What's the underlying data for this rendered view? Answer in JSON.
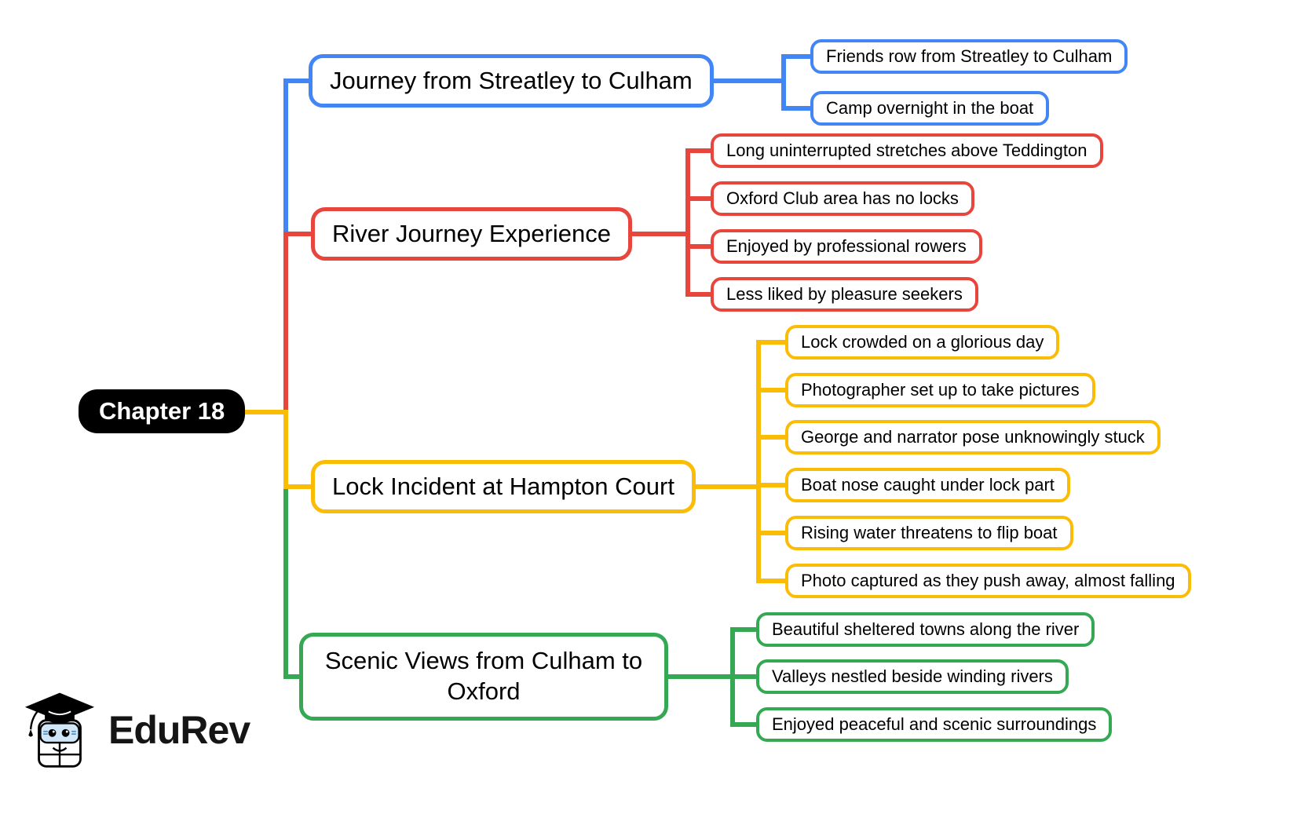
{
  "root": {
    "label": "Chapter 18",
    "bg_color": "#000000",
    "text_color": "#ffffff"
  },
  "branches": [
    {
      "label": "Journey from Streatley to Culham",
      "color": "#4285F4",
      "children": [
        "Friends row from Streatley to Culham",
        "Camp overnight in the boat"
      ]
    },
    {
      "label": "River Journey Experience",
      "color": "#E8453C",
      "children": [
        "Long uninterrupted stretches above Teddington",
        "Oxford Club area has no locks",
        "Enjoyed by professional rowers",
        "Less liked by pleasure seekers"
      ]
    },
    {
      "label": "Lock Incident at Hampton Court",
      "color": "#FBBC05",
      "children": [
        "Lock crowded on a glorious day",
        "Photographer set up to take pictures",
        "George and narrator pose unknowingly stuck",
        "Boat nose caught under lock part",
        "Rising water threatens to flip boat",
        "Photo captured as they push away, almost falling"
      ]
    },
    {
      "label": "Scenic Views from Culham to Oxford",
      "color": "#34A853",
      "children": [
        "Beautiful sheltered towns along the river",
        "Valleys nestled beside winding rivers",
        "Enjoyed peaceful and scenic surroundings"
      ]
    }
  ],
  "logo": {
    "brand": "EduRev",
    "icon": "graduation-cap-mascot-icon"
  },
  "colors": {
    "background": "#ffffff",
    "node_fill": "#ffffff",
    "node_text": "#000000"
  }
}
